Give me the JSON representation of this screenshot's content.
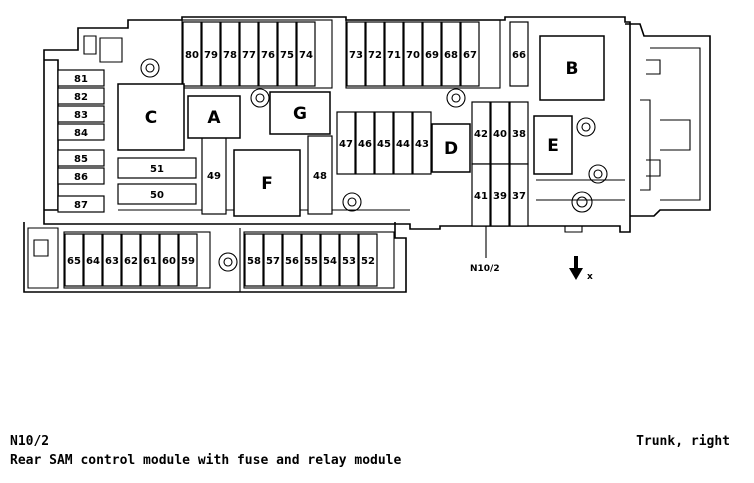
{
  "diagram": {
    "fuses": [
      "80",
      "79",
      "78",
      "77",
      "76",
      "75",
      "74",
      "73",
      "72",
      "71",
      "70",
      "69",
      "68",
      "67",
      "66",
      "81",
      "82",
      "83",
      "84",
      "85",
      "86",
      "87",
      "51",
      "50",
      "49",
      "48",
      "47",
      "46",
      "45",
      "44",
      "43",
      "42",
      "40",
      "38",
      "41",
      "39",
      "37",
      "65",
      "64",
      "63",
      "62",
      "61",
      "60",
      "59",
      "58",
      "57",
      "56",
      "55",
      "54",
      "53",
      "52"
    ],
    "relays": [
      "A",
      "B",
      "C",
      "D",
      "E",
      "F",
      "G"
    ],
    "pointer_label": "N10/2",
    "direction_label": "x"
  },
  "caption": {
    "code": "N10/2",
    "description": "Rear SAM control module with fuse and relay module",
    "location": "Trunk, right"
  }
}
